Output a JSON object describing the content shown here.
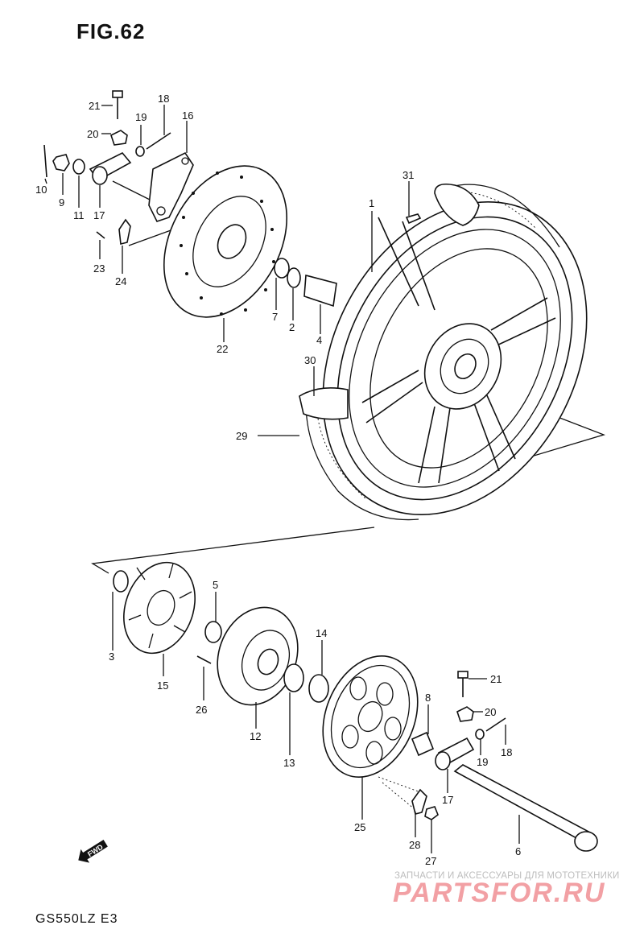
{
  "figure": {
    "title": "FIG.62",
    "model_code": "GS550LZ E3",
    "fwd_label": "FWD"
  },
  "parts": {
    "p1": "1",
    "p2": "2",
    "p3": "3",
    "p4": "4",
    "p5": "5",
    "p6": "6",
    "p7": "7",
    "p8": "8",
    "p9": "9",
    "p10": "10",
    "p11": "11",
    "p12": "12",
    "p13": "13",
    "p14": "14",
    "p15": "15",
    "p16": "16",
    "p17a": "17",
    "p17b": "17",
    "p18a": "18",
    "p18b": "18",
    "p19a": "19",
    "p19b": "19",
    "p20a": "20",
    "p20b": "20",
    "p21a": "21",
    "p21b": "21",
    "p22": "22",
    "p23": "23",
    "p24": "24",
    "p25": "25",
    "p26": "26",
    "p27": "27",
    "p28": "28",
    "p29": "29",
    "p30": "30",
    "p31": "31"
  },
  "watermark": {
    "tagline": "ЗАПЧАСТИ И АКСЕССУАРЫ ДЛЯ МОТОТЕХНИКИ",
    "brand": "PARTSFOR.RU"
  }
}
